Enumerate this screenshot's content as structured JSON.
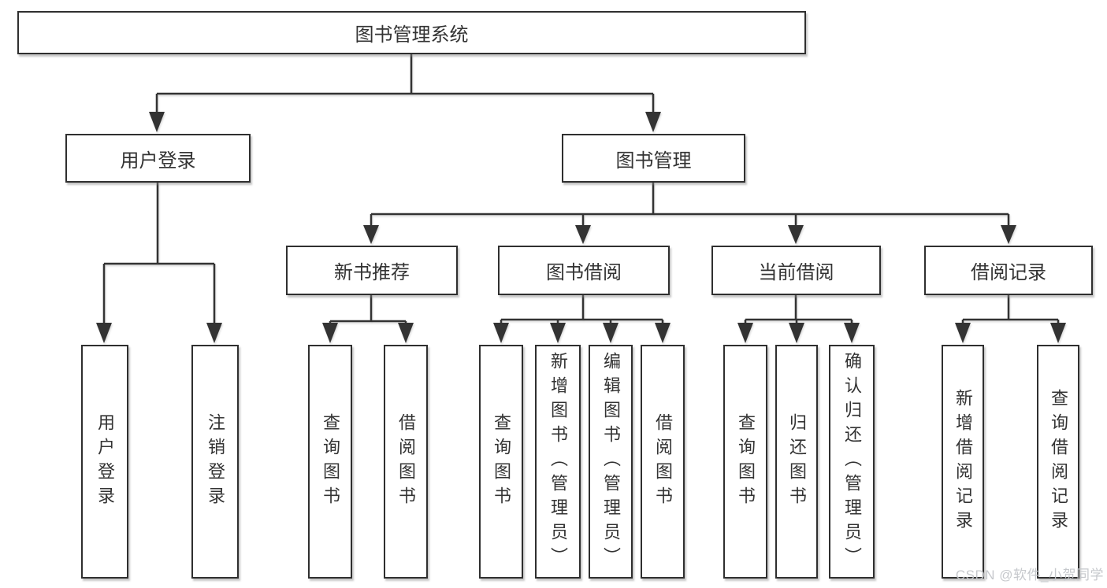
{
  "diagram": {
    "tree": {
      "root": {
        "label": "图书管理系统",
        "children": [
          {
            "label": "用户登录",
            "children": [
              {
                "label": "用户登录"
              },
              {
                "label": "注销登录"
              }
            ]
          },
          {
            "label": "图书管理",
            "children": [
              {
                "label": "新书推荐",
                "children": [
                  {
                    "label": "查询图书"
                  },
                  {
                    "label": "借阅图书"
                  }
                ]
              },
              {
                "label": "图书借阅",
                "children": [
                  {
                    "label": "查询图书"
                  },
                  {
                    "label": "新增图书（管理员）"
                  },
                  {
                    "label": "编辑图书（管理员）"
                  },
                  {
                    "label": "借阅图书"
                  }
                ]
              },
              {
                "label": "当前借阅",
                "children": [
                  {
                    "label": "查询图书"
                  },
                  {
                    "label": "归还图书"
                  },
                  {
                    "label": "确认归还（管理员）"
                  }
                ]
              },
              {
                "label": "借阅记录",
                "children": [
                  {
                    "label": "新增借阅记录"
                  },
                  {
                    "label": "查询借阅记录"
                  }
                ]
              }
            ]
          }
        ]
      }
    },
    "colors": {
      "line": "#333333",
      "box_border": "#2f2f2f",
      "text": "#333333",
      "background": "#ffffff",
      "watermark_text": "#c3c6ca"
    }
  },
  "watermark": {
    "text": "CSDN @软件_小贺同学"
  }
}
